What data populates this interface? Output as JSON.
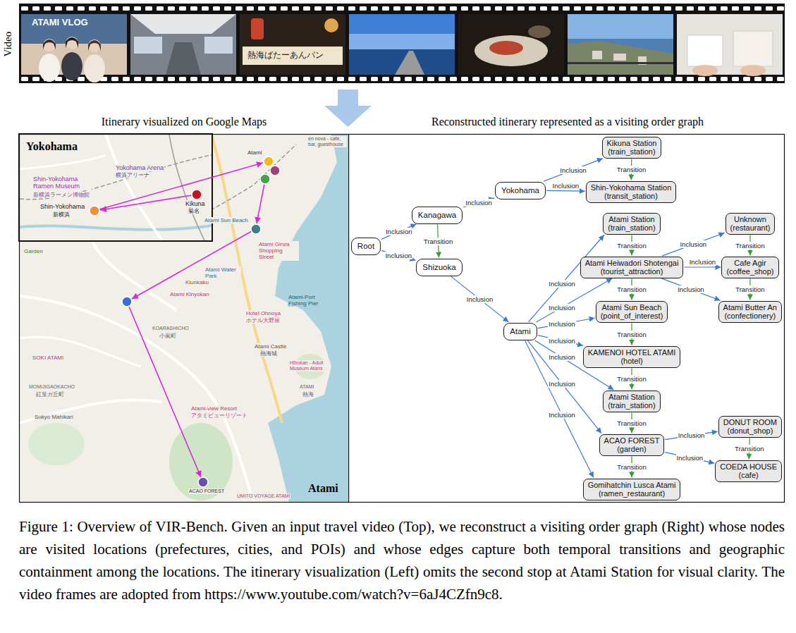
{
  "diagram": {
    "caption": "Figure 1: Overview of VIR-Bench. Given an input travel video (Top), we reconstruct a visiting order graph (Right) whose nodes are visited locations (prefectures, cities, and POIs) and whose edges capture both temporal transitions and geographic containment among the locations. The itinerary visualization (Left) omits the second stop at Atami Station for visual clarity. The video frames are adopted from https://www.youtube.com/watch?v=6aJ4CZfn9c8.",
    "nodes": [
      {
        "text": [
          "Root"
        ]
      },
      {
        "text": [
          "Kanagawa"
        ]
      },
      {
        "text": [
          "Shizuoka"
        ]
      },
      {
        "text": [
          "Yokohama"
        ]
      },
      {
        "text": [
          "Atami"
        ]
      },
      {
        "text": [
          "Kikuna Station",
          "(train_station)"
        ]
      },
      {
        "text": [
          "Shin-Yokohama Station",
          "(transit_station)"
        ]
      },
      {
        "text": [
          "Atami Station",
          "(train_station)"
        ]
      },
      {
        "text": [
          "Atami Heiwadori Shotengai",
          "(tourist_attraction)"
        ]
      },
      {
        "text": [
          "Atami Sun Beach",
          "(point_of_interest)"
        ]
      },
      {
        "text": [
          "KAMENOI HOTEL ATAMI",
          "(hotel)"
        ]
      },
      {
        "text": [
          "Atami Station",
          "(train_station)"
        ]
      },
      {
        "text": [
          "ACAO FOREST",
          "(garden)"
        ]
      },
      {
        "text": [
          "Gomihatchin Lusca Atami",
          "(ramen_restaurant)"
        ]
      },
      {
        "text": [
          "Unknown",
          "(restaurant)"
        ]
      },
      {
        "text": [
          "Cafe Agir",
          "(coffee_shop)"
        ]
      },
      {
        "text": [
          "Atami Butter An",
          "(confectionery)"
        ]
      },
      {
        "text": [
          "DONUT ROOM",
          "(donut_shop)"
        ]
      },
      {
        "text": [
          "COEDA HOUSE",
          "(cafe)"
        ]
      }
    ],
    "edges": [
      {
        "from": 0,
        "to": 1,
        "arrow": "to",
        "label": "Inclusion"
      },
      {
        "from": 0,
        "to": 2,
        "arrow": "to",
        "label": "Inclusion"
      },
      {
        "from": 1,
        "to": 2,
        "arrow": "to",
        "label": "Transition"
      },
      {
        "from": 1,
        "to": 3,
        "arrow": "to",
        "label": "Inclusion"
      },
      {
        "from": 3,
        "to": 5,
        "arrow": "to",
        "label": "Inclusion"
      },
      {
        "from": 3,
        "to": 6,
        "arrow": "to",
        "label": "Inclusion"
      },
      {
        "from": 5,
        "to": 6,
        "arrow": "to",
        "label": "Transition"
      },
      {
        "from": 2,
        "to": 4,
        "arrow": "to",
        "label": "Inclusion"
      },
      {
        "from": 4,
        "to": 7,
        "arrow": "to",
        "label": "Inclusion"
      },
      {
        "from": 4,
        "to": 8,
        "arrow": "to",
        "label": "Inclusion"
      },
      {
        "from": 4,
        "to": 9,
        "arrow": "to",
        "label": "Inclusion"
      },
      {
        "from": 4,
        "to": 10,
        "arrow": "to",
        "label": "Inclusion"
      },
      {
        "from": 4,
        "to": 11,
        "arrow": "to",
        "label": "Inclusion"
      },
      {
        "from": 4,
        "to": 12,
        "arrow": "to",
        "label": "Inclusion"
      },
      {
        "from": 4,
        "to": 13,
        "arrow": "to",
        "label": "Inclusion"
      },
      {
        "from": 7,
        "to": 8,
        "arrow": "to",
        "label": "Transition"
      },
      {
        "from": 8,
        "to": 9,
        "arrow": "to",
        "label": "Transition"
      },
      {
        "from": 9,
        "to": 10,
        "arrow": "to",
        "label": "Transition"
      },
      {
        "from": 10,
        "to": 11,
        "arrow": "to",
        "label": "Transition"
      },
      {
        "from": 11,
        "to": 12,
        "arrow": "to",
        "label": "Transition"
      },
      {
        "from": 12,
        "to": 13,
        "arrow": "to",
        "label": "Transition"
      },
      {
        "from": 8,
        "to": 14,
        "arrow": "to",
        "label": "Inclusion"
      },
      {
        "from": 8,
        "to": 15,
        "arrow": "to",
        "label": "Inclusion"
      },
      {
        "from": 8,
        "to": 16,
        "arrow": "to",
        "label": "Inclusion"
      },
      {
        "from": 14,
        "to": 15,
        "arrow": "to",
        "label": "Transition"
      },
      {
        "from": 15,
        "to": 16,
        "arrow": "to",
        "label": "Transition"
      },
      {
        "from": 12,
        "to": 17,
        "arrow": "to",
        "label": "Inclusion"
      },
      {
        "from": 12,
        "to": 18,
        "arrow": "to",
        "label": "Inclusion"
      },
      {
        "from": 17,
        "to": 18,
        "arrow": "to",
        "label": "Transition"
      }
    ],
    "labels": [
      "Video",
      "ATAMI VLOG",
      "熱海ばたーあんパン",
      "Itinerary visualized on Google Maps",
      "Reconstructed itinerary represented as a visiting order graph",
      "Yokohama",
      "Yokohama Arena",
      "横浜アリーナ",
      "Shin-Yokohama Ramen Museum",
      "新横浜ラーメン博物館",
      "Kikuna",
      "菊名",
      "Shin-Yokohama",
      "新横浜",
      "en nova - cafe, bar, guesthouse",
      "Atami",
      "Atami Sun Beach",
      "Atami Ginza Shopping Street",
      "Atami Water Park",
      "Kiunkaku",
      "Atami Kinyokan",
      "Hotel Ohnoya",
      "ホテル大野屋",
      "Atami-Port Fishing Pier",
      "KOARASHICHO",
      "小嵐町",
      "SOKI ATAMI",
      "MOMIJIGAOKACHO",
      "紅葉ガ丘町",
      "Sukyo Mahikari",
      "Atami Castle",
      "熱海城",
      "Hihokan - Adult Museum Atami",
      "ATAMI",
      "熱海",
      "Atami-view Resort",
      "アタミビューリゾート",
      "ACAO FOREST",
      "UMITO VOYAGE ATAMI",
      "Atami",
      "Garden"
    ]
  }
}
